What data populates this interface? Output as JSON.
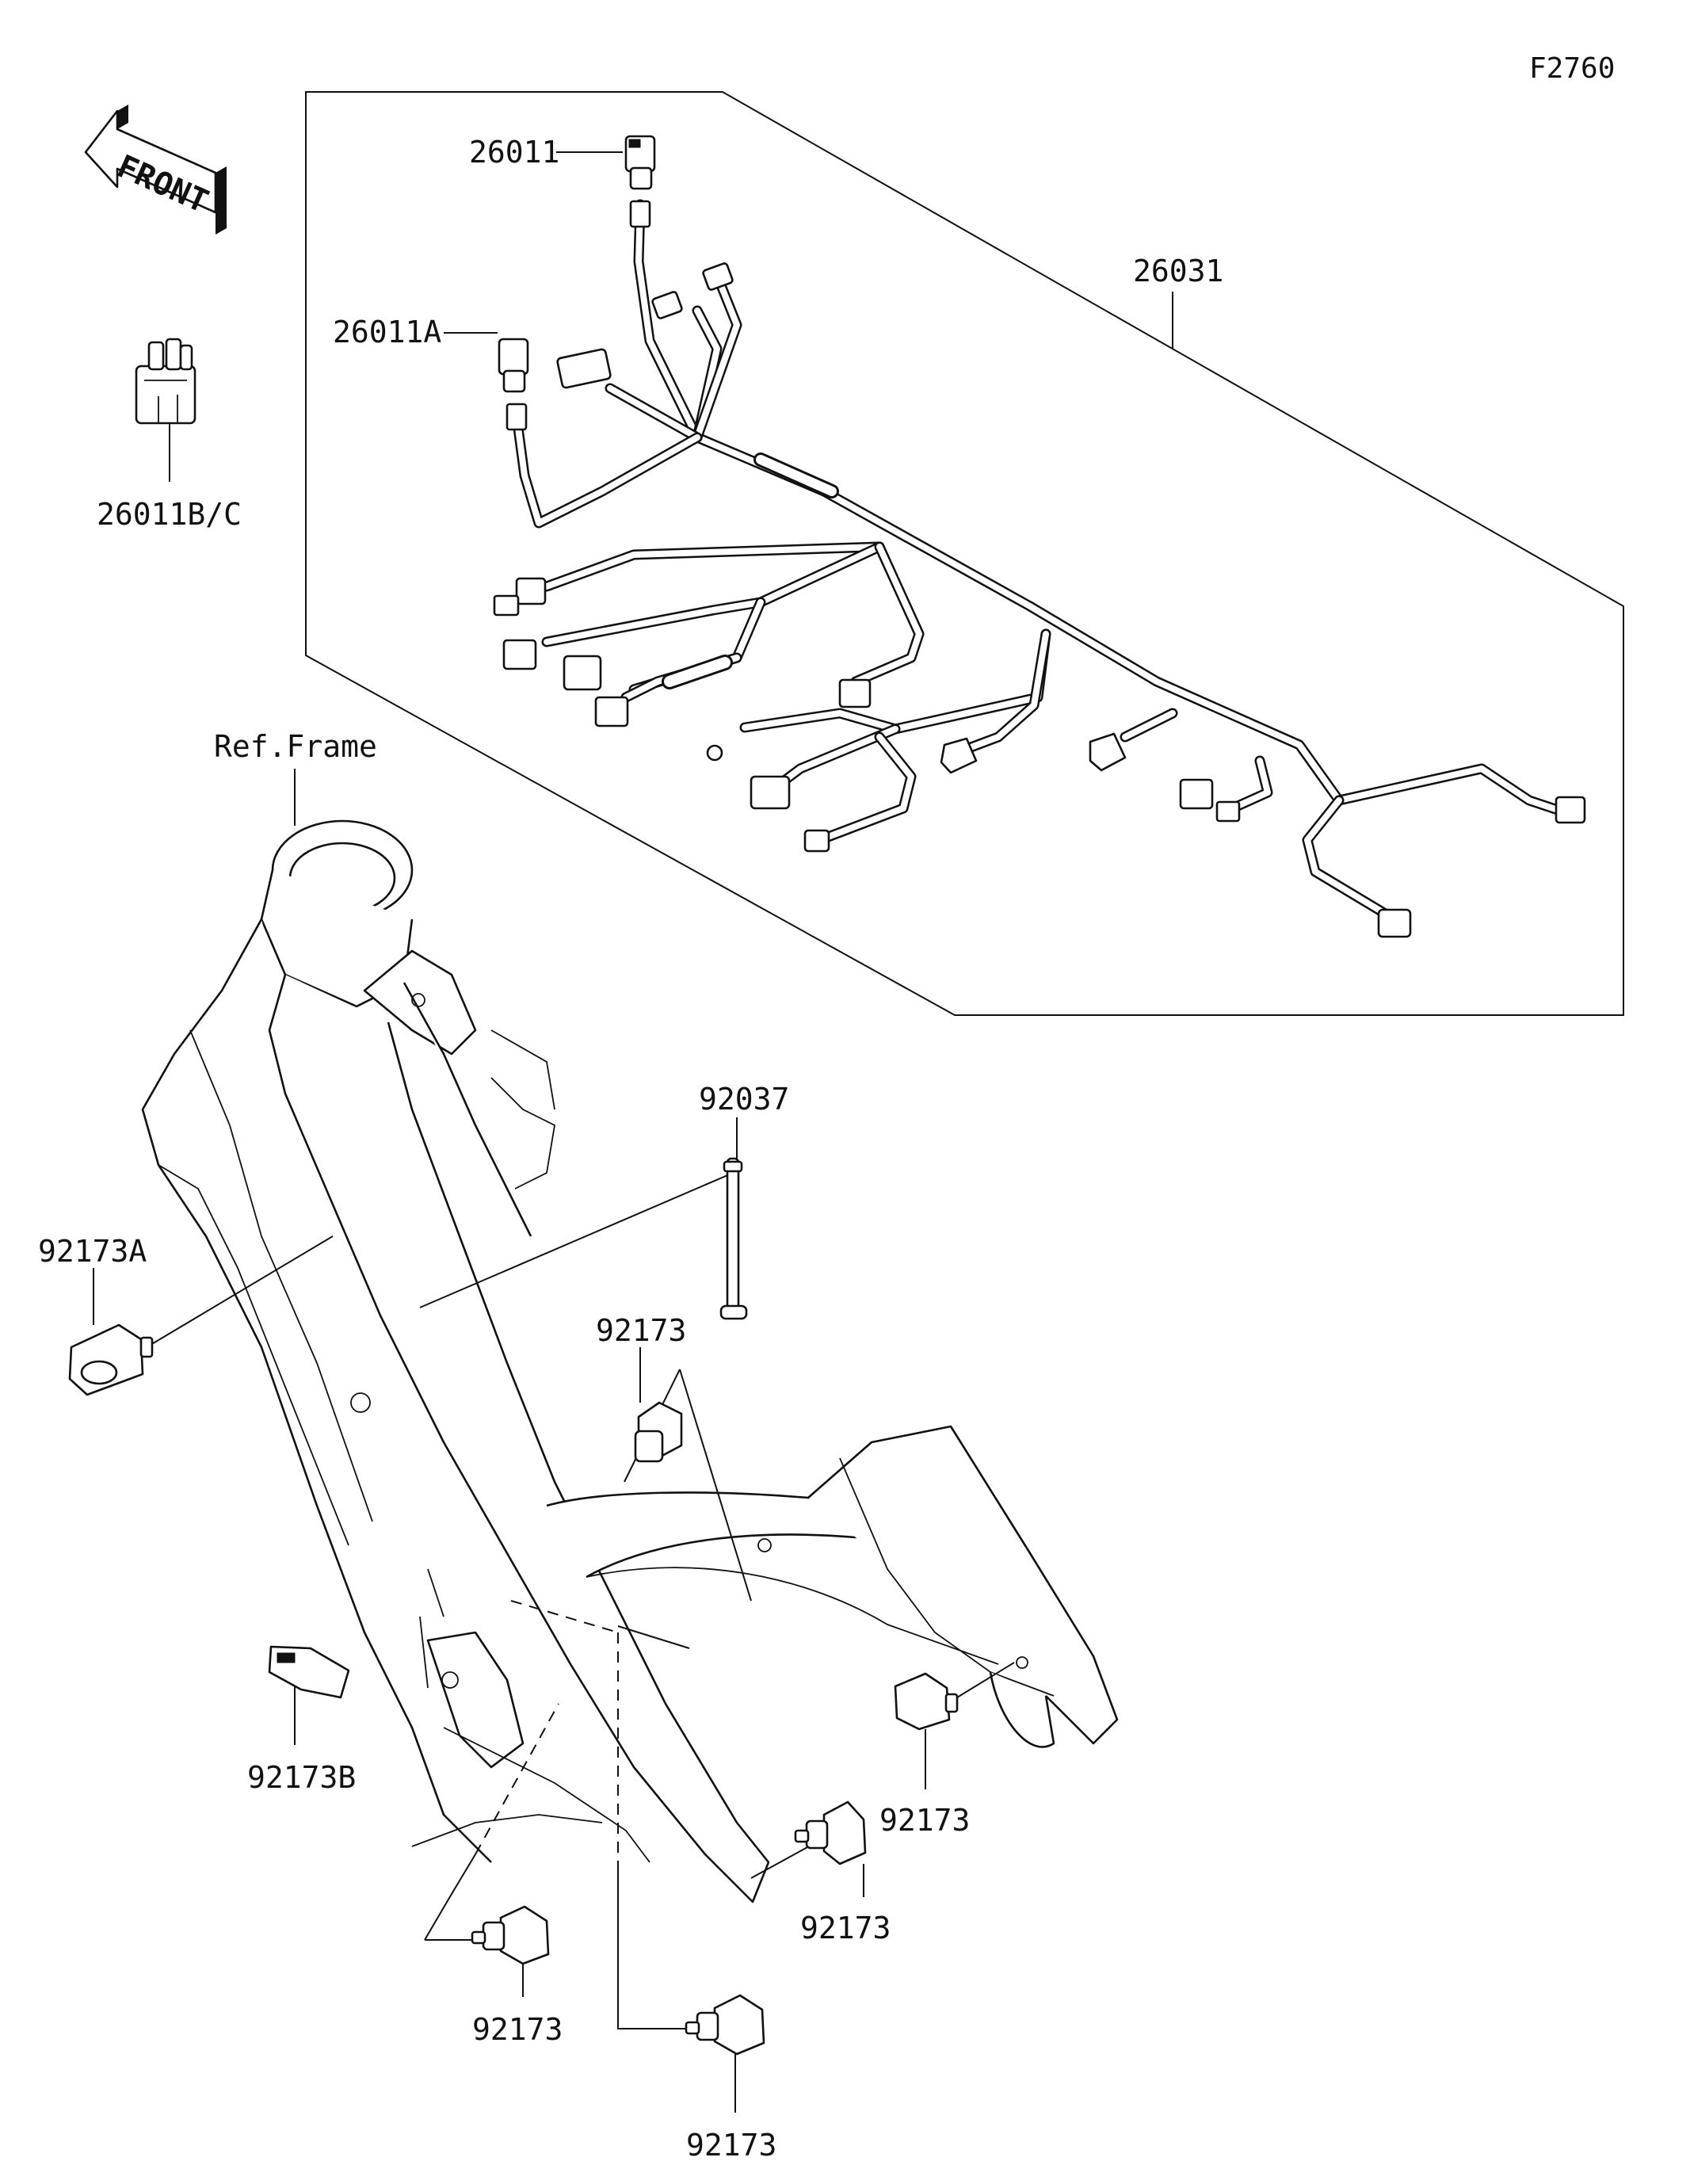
{
  "figure_code": "F2760",
  "front_label": "FRONT",
  "ref_frame_label": "Ref.Frame",
  "parts": {
    "p26011": "26011",
    "p26011a": "26011A",
    "p26011bc": "26011B/C",
    "p26031": "26031",
    "p92037": "92037",
    "p92173a": "92173A",
    "p92173b": "92173B",
    "p92173_1": "92173",
    "p92173_2": "92173",
    "p92173_3": "92173",
    "p92173_4": "92173",
    "p92173_5": "92173"
  }
}
